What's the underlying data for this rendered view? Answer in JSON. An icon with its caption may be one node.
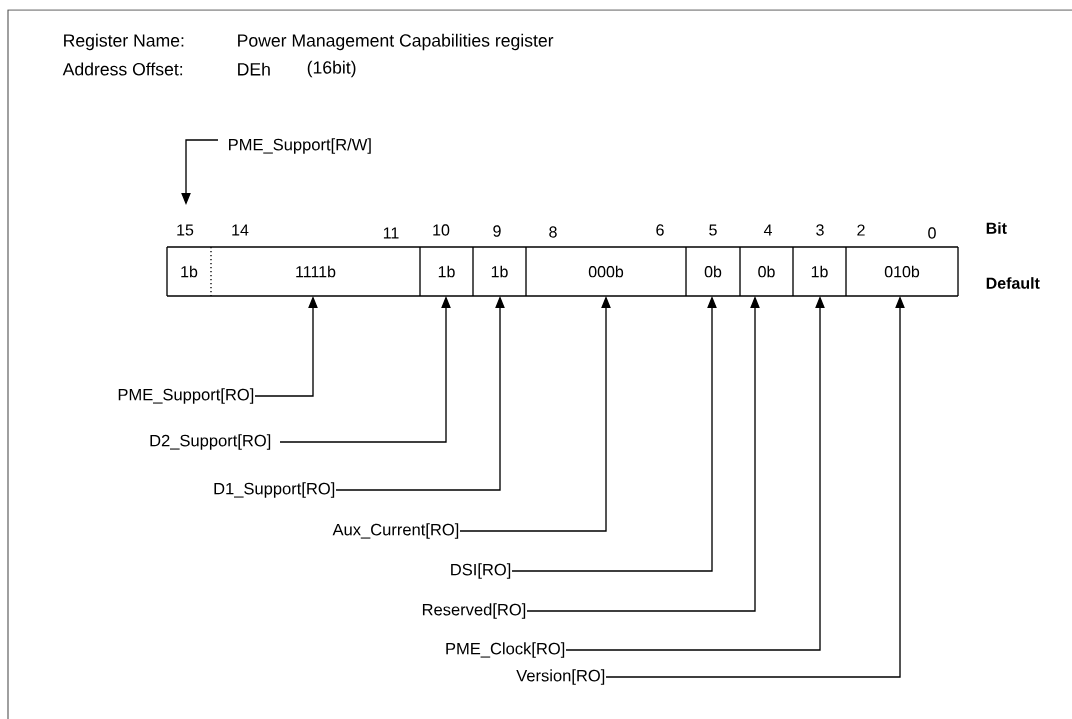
{
  "diagram": {
    "nodes": [
      {
        "text": [
          "1b"
        ]
      },
      {
        "text": [
          "1111b"
        ]
      },
      {
        "text": [
          "1b"
        ]
      },
      {
        "text": [
          "1b"
        ]
      },
      {
        "text": [
          "000b"
        ]
      },
      {
        "text": [
          "0b"
        ]
      },
      {
        "text": [
          "0b"
        ]
      },
      {
        "text": [
          "1b"
        ]
      },
      {
        "text": [
          "010b"
        ]
      },
      {
        "text": [
          "PME_Support[R/W]"
        ]
      },
      {
        "text": [
          "PME_Support[RO]"
        ]
      },
      {
        "text": [
          "D2_Support[RO]"
        ]
      },
      {
        "text": [
          "D1_Support[RO]"
        ]
      },
      {
        "text": [
          "Aux_Current[RO]"
        ]
      },
      {
        "text": [
          "DSI[RO]"
        ]
      },
      {
        "text": [
          "Reserved[RO]"
        ]
      },
      {
        "text": [
          "PME_Clock[RO]"
        ]
      },
      {
        "text": [
          "Version[RO]"
        ]
      }
    ],
    "edges": [
      {
        "from": 9,
        "to": 0,
        "arrow": "to"
      },
      {
        "from": 10,
        "to": 1,
        "arrow": "to"
      },
      {
        "from": 11,
        "to": 2,
        "arrow": "to"
      },
      {
        "from": 12,
        "to": 3,
        "arrow": "to"
      },
      {
        "from": 13,
        "to": 4,
        "arrow": "to"
      },
      {
        "from": 14,
        "to": 5,
        "arrow": "to"
      },
      {
        "from": 15,
        "to": 6,
        "arrow": "to"
      },
      {
        "from": 16,
        "to": 7,
        "arrow": "to"
      },
      {
        "from": 17,
        "to": 8,
        "arrow": "to"
      }
    ],
    "labels": [
      "Register Name:",
      "Power Management Capabilities register",
      "Address Offset:",
      "DEh",
      "(16bit)",
      "15",
      "14",
      "11",
      "10",
      "9",
      "8",
      "6",
      "5",
      "4",
      "3",
      "2",
      "0",
      "Bit",
      "Default"
    ]
  }
}
